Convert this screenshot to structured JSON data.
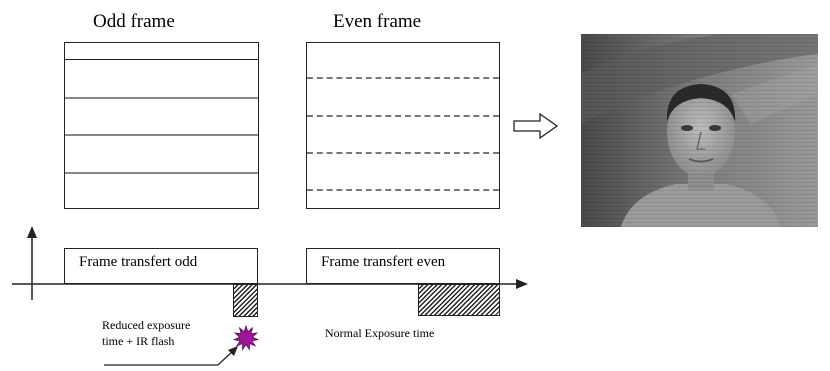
{
  "odd_frame": {
    "title": "Odd frame"
  },
  "even_frame": {
    "title": "Even frame"
  },
  "timeline": {
    "transfer_odd": "Frame transfert odd",
    "transfer_even": "Frame transfert even",
    "reduced_exposure_line1": "Reduced exposure",
    "reduced_exposure_line2": "time + IR flash",
    "normal_exposure": "Normal Exposure time"
  },
  "colors": {
    "flash": "#a0169b",
    "line": "#222222"
  },
  "icons": {
    "flash": "starburst-icon",
    "result_arrow": "outline-arrow-right-icon"
  }
}
